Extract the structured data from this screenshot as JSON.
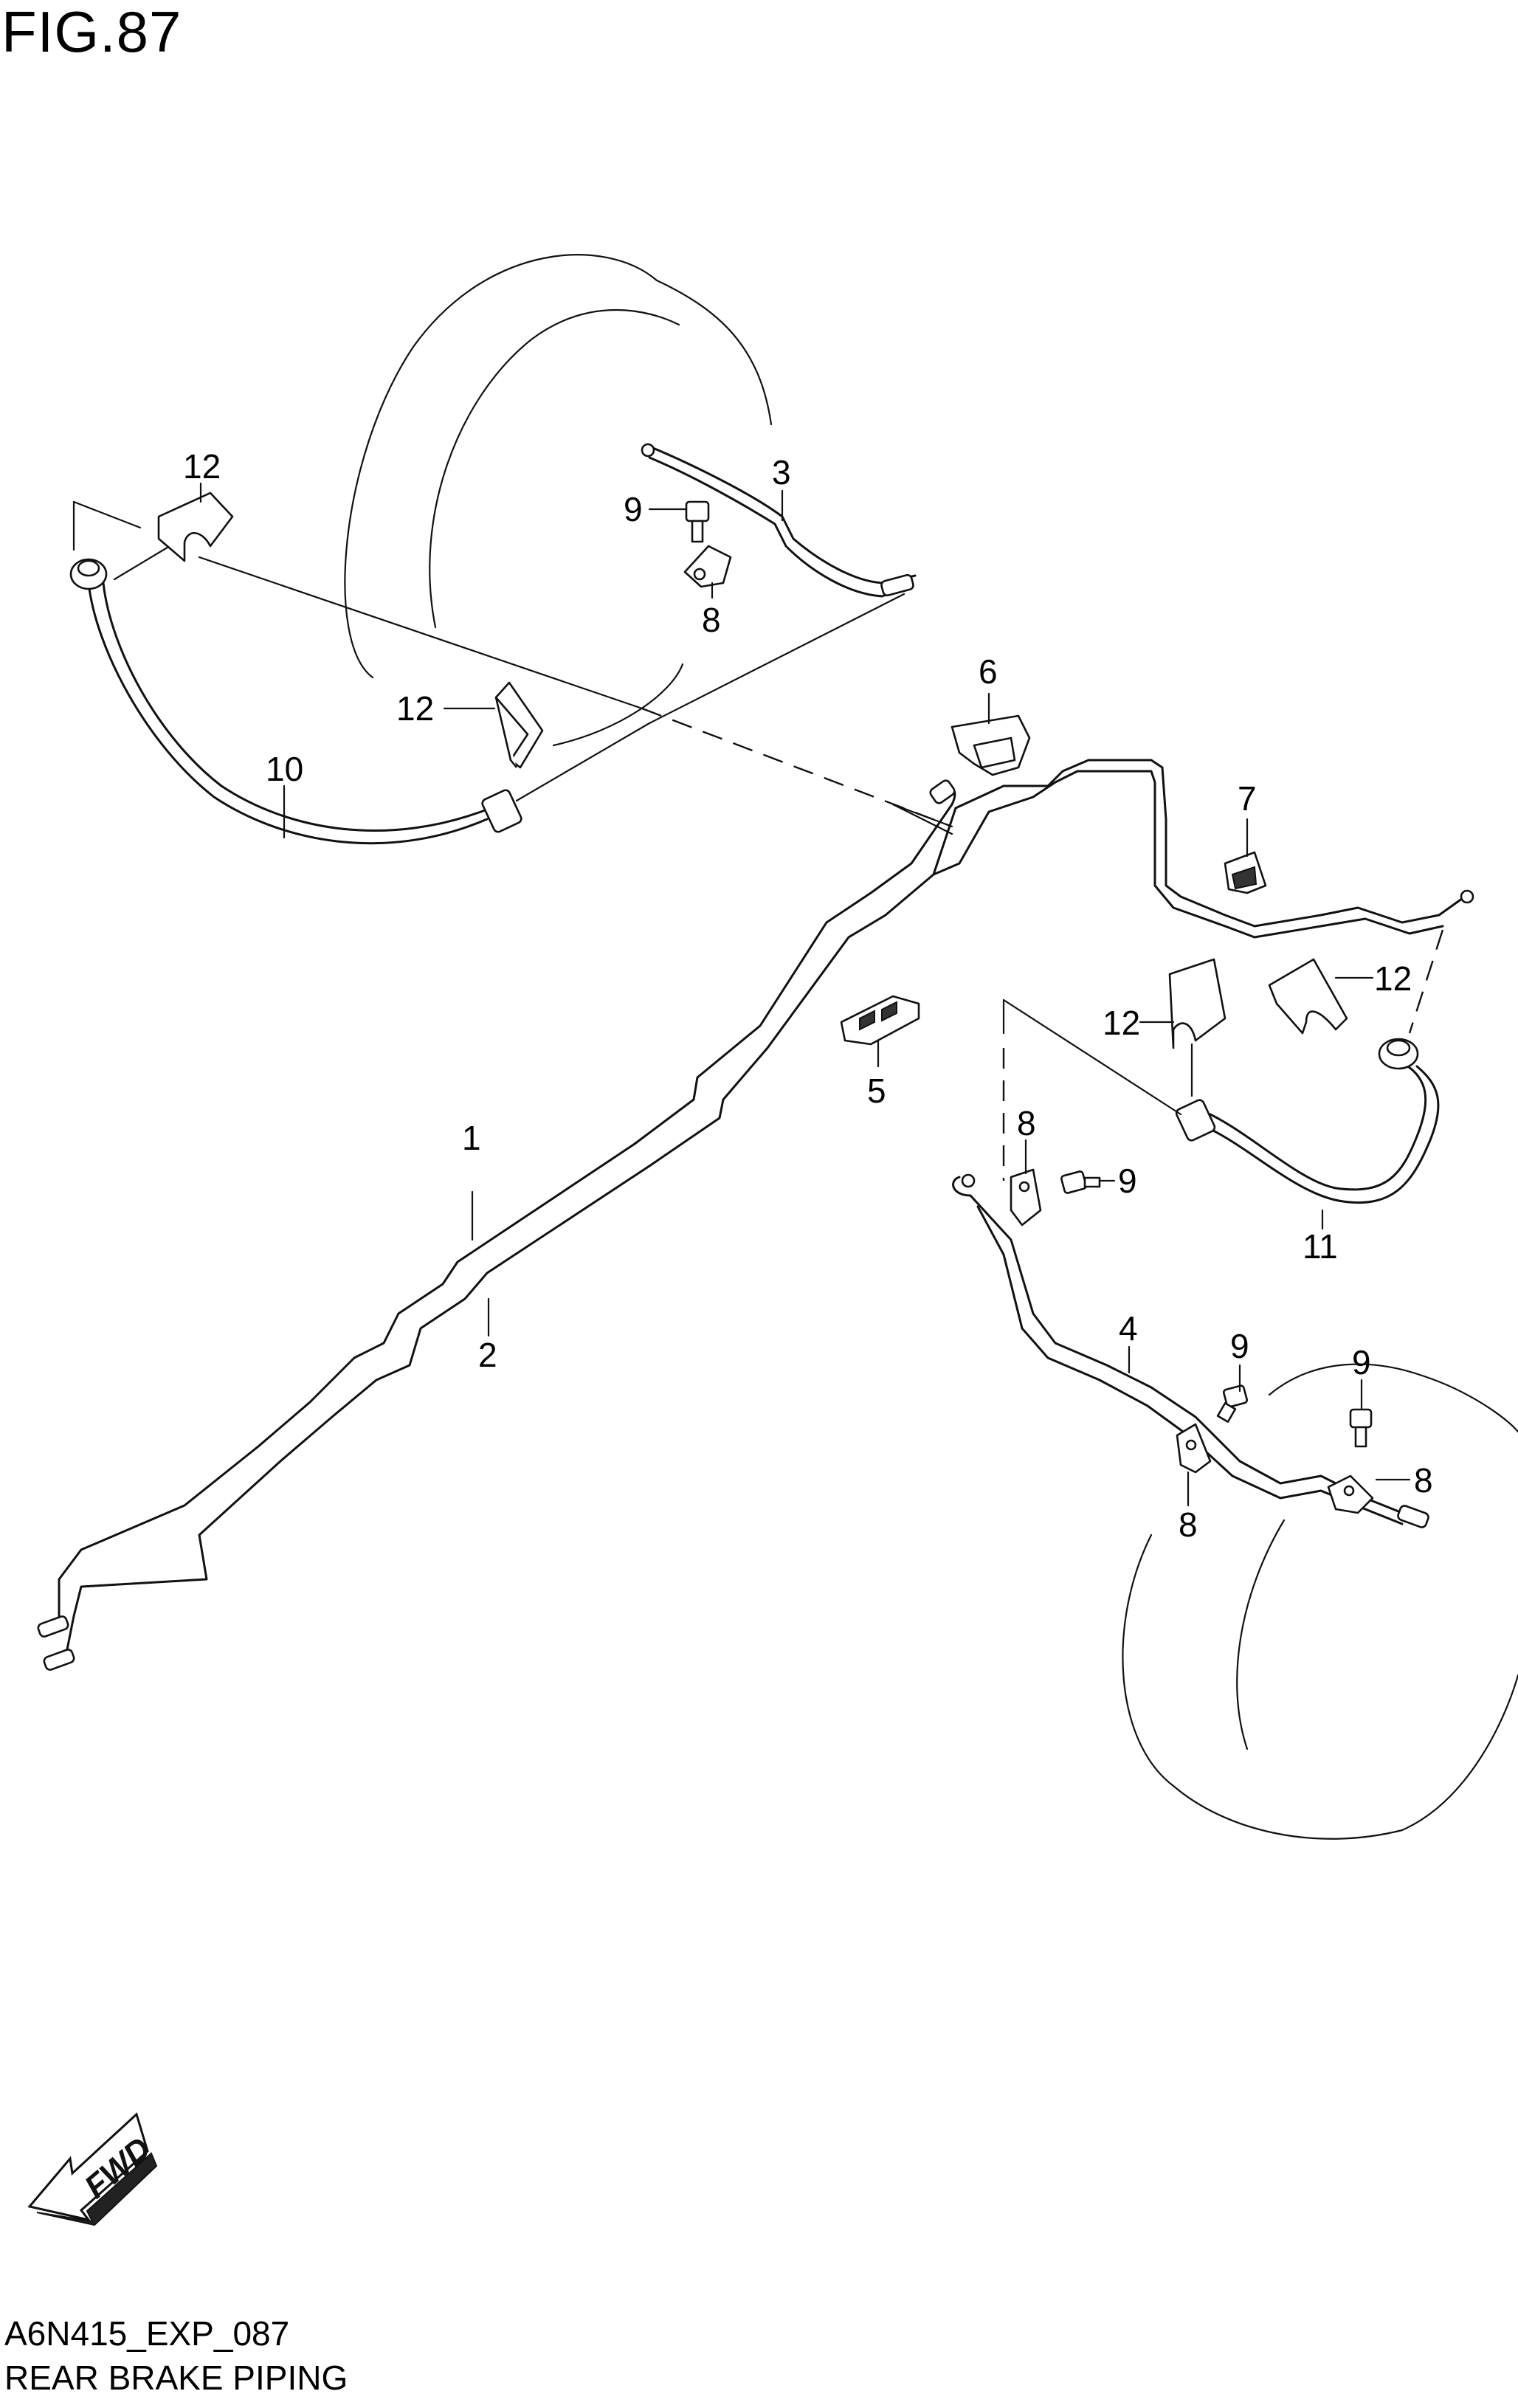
{
  "figure": {
    "title": "FIG.87",
    "drawing_code": "A6N415_EXP_087",
    "caption": "REAR BRAKE PIPING",
    "fwd_label": "FWD"
  },
  "callouts": [
    {
      "id": "c1",
      "text": "1"
    },
    {
      "id": "c2",
      "text": "2"
    },
    {
      "id": "c3",
      "text": "3"
    },
    {
      "id": "c4",
      "text": "4"
    },
    {
      "id": "c5",
      "text": "5"
    },
    {
      "id": "c6",
      "text": "6"
    },
    {
      "id": "c7",
      "text": "7"
    },
    {
      "id": "c8a",
      "text": "8"
    },
    {
      "id": "c8b",
      "text": "8"
    },
    {
      "id": "c8c",
      "text": "8"
    },
    {
      "id": "c8d",
      "text": "8"
    },
    {
      "id": "c9a",
      "text": "9"
    },
    {
      "id": "c9b",
      "text": "9"
    },
    {
      "id": "c9c",
      "text": "9"
    },
    {
      "id": "c9d",
      "text": "9"
    },
    {
      "id": "c10",
      "text": "10"
    },
    {
      "id": "c11",
      "text": "11"
    },
    {
      "id": "c12a",
      "text": "12"
    },
    {
      "id": "c12b",
      "text": "12"
    },
    {
      "id": "c12c",
      "text": "12"
    },
    {
      "id": "c12d",
      "text": "12"
    }
  ]
}
